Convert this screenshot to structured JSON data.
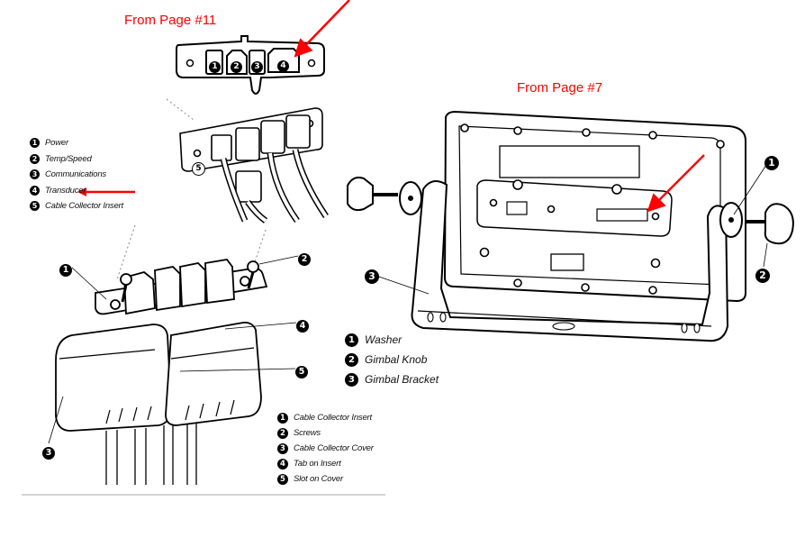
{
  "annotations": {
    "page11_label": "From Page #11",
    "page7_label": "From Page #7",
    "arrow_color": "#ff0000"
  },
  "connector_plate": {
    "ports": [
      "1",
      "2",
      "3",
      "4"
    ],
    "highlighted_port": "4"
  },
  "connector_legend": {
    "items": [
      {
        "num": "1",
        "label": "Power"
      },
      {
        "num": "2",
        "label": "Temp/Speed"
      },
      {
        "num": "3",
        "label": "Communications"
      },
      {
        "num": "4",
        "label": "Transducer"
      },
      {
        "num": "5",
        "label": "Cable Collector Insert"
      }
    ],
    "highlighted_item": "Transducer"
  },
  "cable_collector_figure": {
    "callouts": [
      "1",
      "2",
      "3",
      "4",
      "5"
    ],
    "plug_callout": "5",
    "legend": [
      {
        "num": "1",
        "label": "Cable Collector Insert"
      },
      {
        "num": "2",
        "label": "Screws"
      },
      {
        "num": "3",
        "label": "Cable Collector Cover"
      },
      {
        "num": "4",
        "label": "Tab on Insert"
      },
      {
        "num": "5",
        "label": "Slot on Cover"
      }
    ]
  },
  "gimbal_figure": {
    "callouts": [
      "1",
      "2",
      "3"
    ],
    "legend": [
      {
        "num": "1",
        "label": "Washer"
      },
      {
        "num": "2",
        "label": "Gimbal Knob"
      },
      {
        "num": "3",
        "label": "Gimbal Bracket"
      }
    ]
  }
}
